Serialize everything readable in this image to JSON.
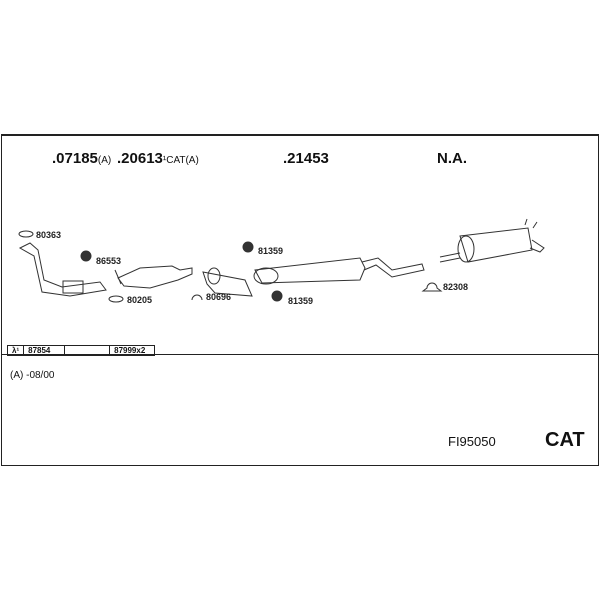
{
  "parts": {
    "p1": {
      "num": ".07185",
      "suffix": "(A)"
    },
    "p2": {
      "num": ".20613",
      "suffix": "¹CAT(A)"
    },
    "p3": {
      "num": ".21453"
    },
    "p4": {
      "num": "N.A."
    }
  },
  "labels": [
    "80363",
    "86553",
    "80205",
    "80696",
    "81359",
    "81359",
    "82308"
  ],
  "table": [
    "λ¹",
    "87854",
    "",
    "87999x2"
  ],
  "note": "(A) -08/00",
  "code": "FI95050",
  "cat": "CAT"
}
